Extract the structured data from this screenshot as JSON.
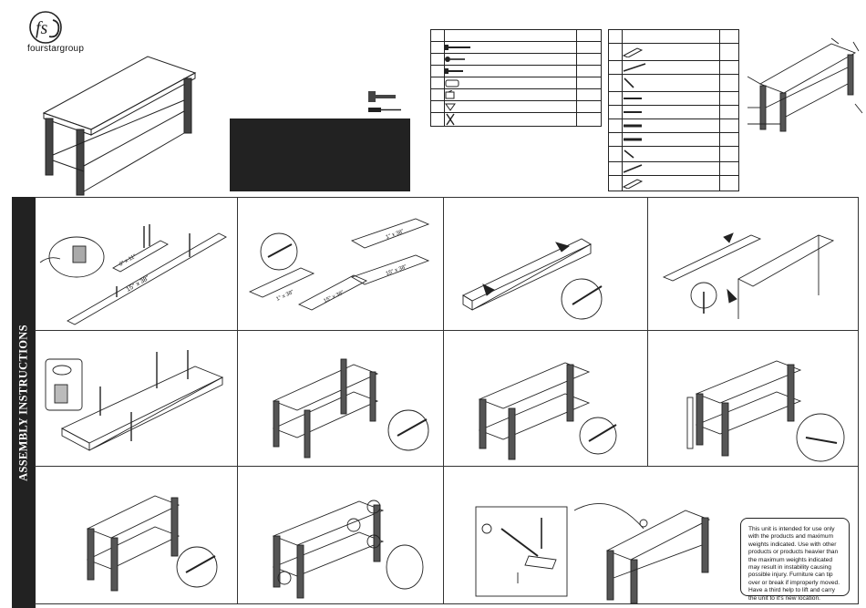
{
  "brand": {
    "logo_letters": "fsG",
    "name": "fourstargroup"
  },
  "side_title": "ASSEMBLY INSTRUCTIONS",
  "board_labels": {
    "long_top": "15\" x 38\"",
    "short_top": "6\" x 11\"",
    "step2_a": "1\" x 38\"",
    "step2_b": "15\" x 38\"",
    "step2_c": "1\" x 38\"",
    "step2_d": "15\" x 38\""
  },
  "warning_text": "This unit is intended for use only with the products and maximum weights indicated. Use with other products or products heavier than the maximum weights indicated may result in instability causing possible injury. Furniture can tip over or break if improperly moved. Have a third help to lift and carry the unit to it's new location.",
  "icons": [
    "hammer-icon",
    "screwdriver-icon",
    "screw-icon",
    "bolt-icon",
    "cam-lock-icon",
    "dowel-icon",
    "bracket-icon",
    "plug-icon"
  ]
}
